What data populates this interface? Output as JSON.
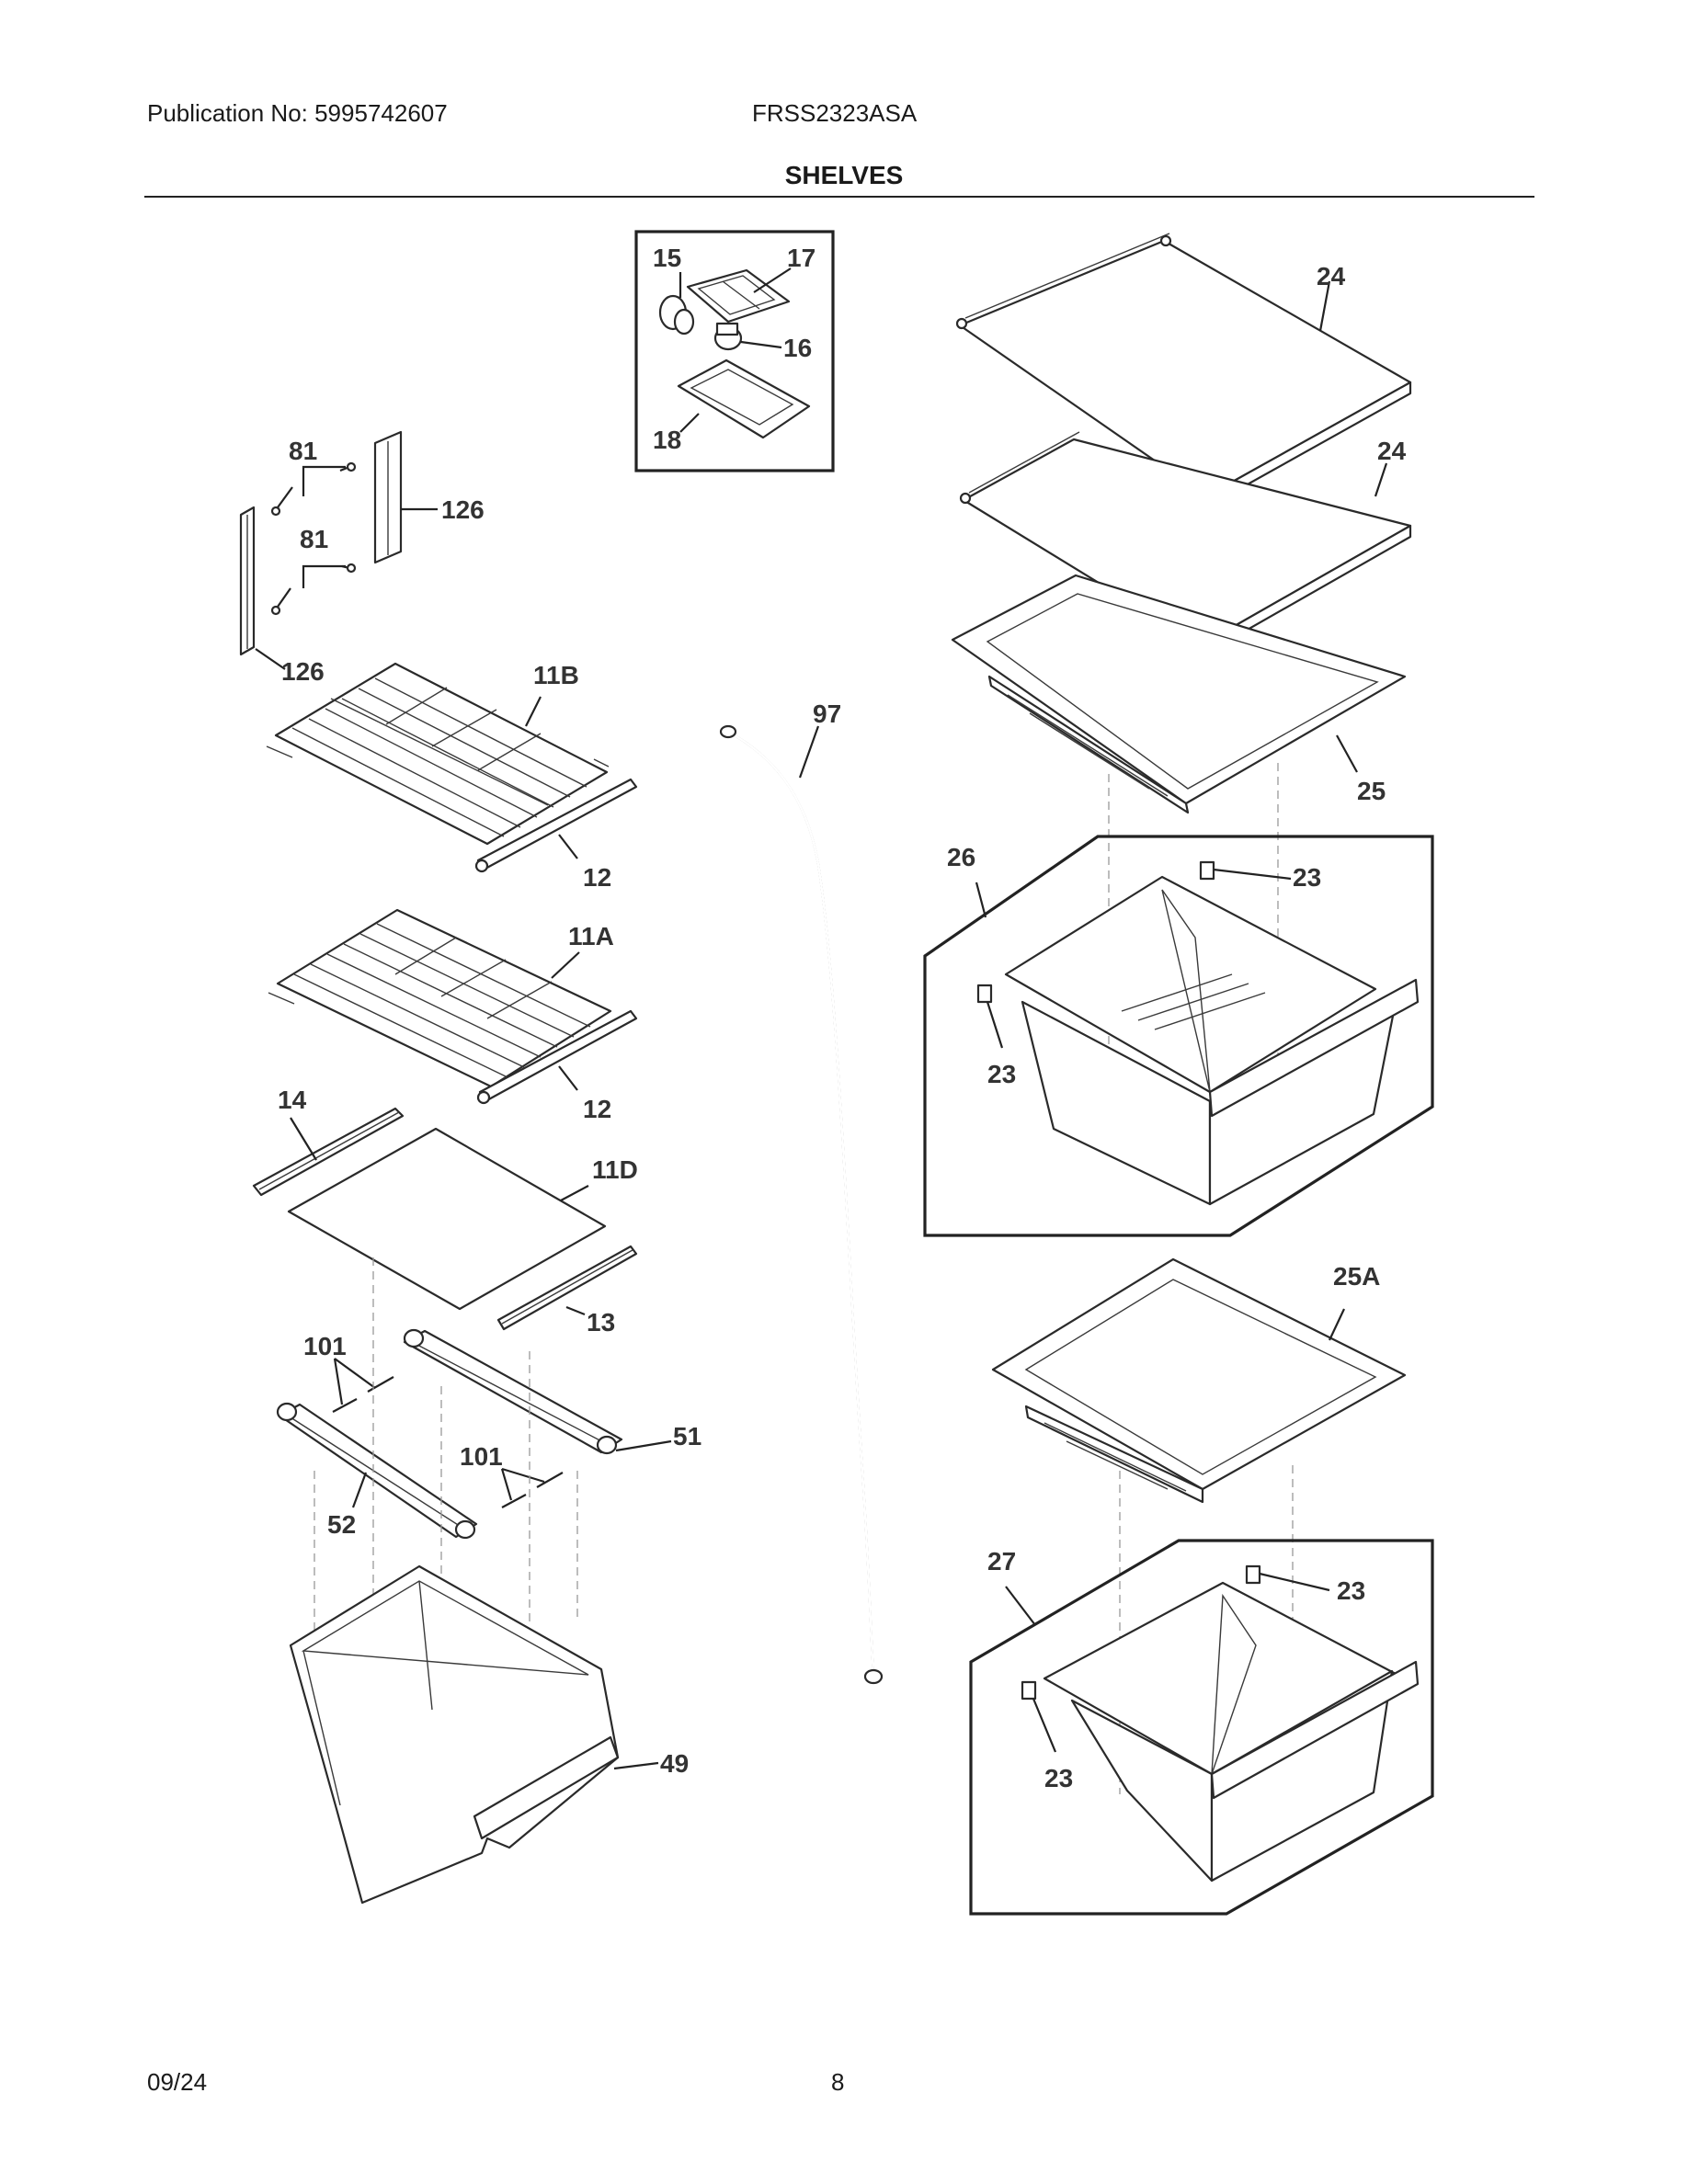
{
  "header": {
    "publication": "Publication No: 5995742607",
    "model": "FRSS2323ASA",
    "title": "SHELVES"
  },
  "footer": {
    "date": "09/24",
    "page": "8"
  },
  "callouts": {
    "c15": "15",
    "c17": "17",
    "c16": "16",
    "c18": "18",
    "c24a": "24",
    "c24b": "24",
    "c25": "25",
    "c25a": "25A",
    "c26": "26",
    "c27": "27",
    "c23a": "23",
    "c23b": "23",
    "c23c": "23",
    "c23d": "23",
    "c81a": "81",
    "c81b": "81",
    "c126a": "126",
    "c126b": "126",
    "c11b": "11B",
    "c11a": "11A",
    "c11d": "11D",
    "c12a": "12",
    "c12b": "12",
    "c13": "13",
    "c14": "14",
    "c97": "97",
    "c101a": "101",
    "c101b": "101",
    "c51": "51",
    "c52": "52",
    "c49": "49"
  }
}
